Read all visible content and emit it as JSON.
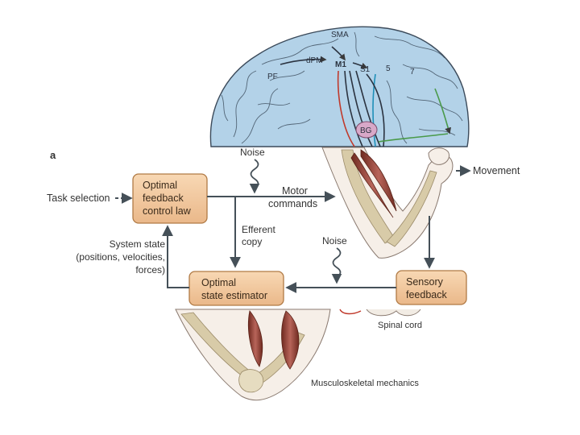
{
  "panel_letter": "a",
  "brain": {
    "labels": [
      "SMA",
      "dPM",
      "M1",
      "S1",
      "PF",
      "5",
      "7",
      "BG"
    ]
  },
  "arm_top": {
    "movement_label": "Movement"
  },
  "boxes": {
    "control_law": [
      "Optimal",
      "feedback",
      "control law"
    ],
    "estimator": [
      "Optimal",
      "state estimator"
    ],
    "sensory": [
      "Sensory",
      "feedback"
    ]
  },
  "labels": {
    "task_selection": "Task selection",
    "noise_top": "Noise",
    "noise_mid": "Noise",
    "motor_commands": [
      "Motor",
      "commands"
    ],
    "efferent_copy": [
      "Efferent",
      "copy"
    ],
    "system_state": [
      "System state",
      "(positions, velocities,",
      "forces)"
    ],
    "spinal_cord": "Spinal cord",
    "musculoskeletal": "Musculoskeletal mechanics"
  },
  "colors": {
    "brain_fill": "#b3d2e8",
    "box_fill": "#f3c89c",
    "box_stroke": "#b07a45",
    "arrow": "#455058",
    "muscle": "#8c3a2e",
    "bone": "#d8cba8"
  }
}
